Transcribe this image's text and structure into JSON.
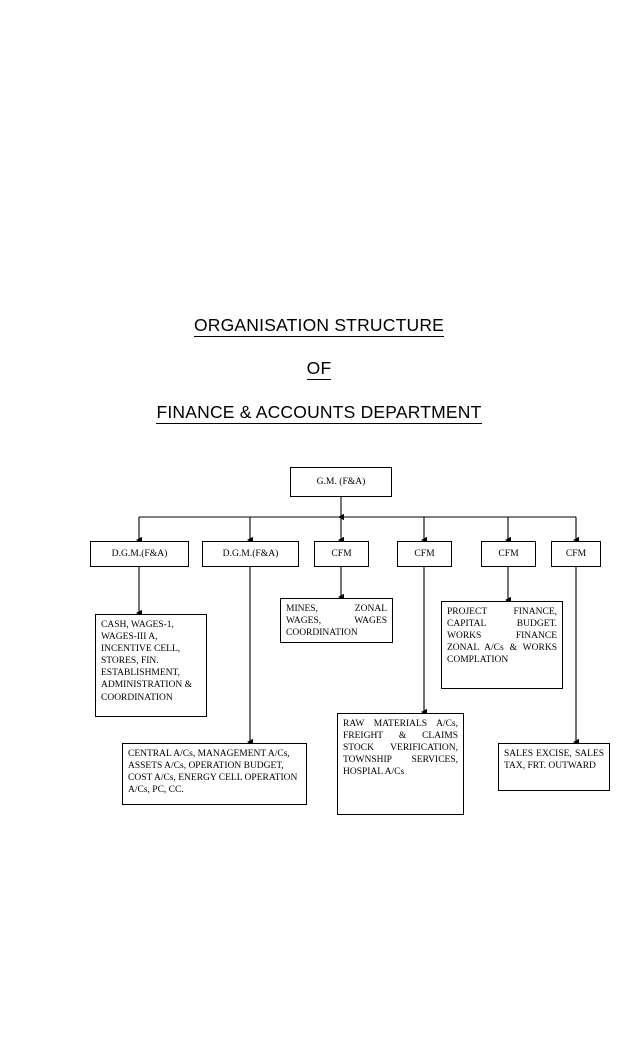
{
  "document": {
    "title_lines": [
      "ORGANISATION STRUCTURE",
      "OF",
      "FINANCE & ACCOUNTS DEPARTMENT"
    ]
  },
  "chart_data": {
    "type": "diagram",
    "diagram_kind": "organisation-chart",
    "orientation": "top-down",
    "title": "ORGANISATION STRUCTURE OF FINANCE & ACCOUNTS DEPARTMENT",
    "root": {
      "id": "gm",
      "label": "G.M. (F&A)"
    },
    "level2": [
      {
        "id": "dgm1",
        "label": "D.G.M.(F&A)"
      },
      {
        "id": "dgm2",
        "label": "D.G.M.(F&A)"
      },
      {
        "id": "cfm1",
        "label": "CFM"
      },
      {
        "id": "cfm2",
        "label": "CFM"
      },
      {
        "id": "cfm3",
        "label": "CFM"
      },
      {
        "id": "cfm4",
        "label": "CFM"
      }
    ],
    "level3": [
      {
        "id": "detail_dgm1",
        "parent": "dgm1",
        "label": "CASH, WAGES-1, WAGES-III A, INCENTIVE CELL, STORES, FIN. ESTABLISHMENT, ADMINISTRATION & COORDINATION"
      },
      {
        "id": "detail_dgm2",
        "parent": "dgm2",
        "label": "CENTRAL A/Cs, MANAGEMENT A/Cs, ASSETS A/Cs, OPERATION BUDGET, COST A/Cs, ENERGY CELL OPERATION A/Cs, PC, CC."
      },
      {
        "id": "detail_cfm1",
        "parent": "cfm1",
        "label": "MINES, ZONAL WAGES, WAGES COORDINATION"
      },
      {
        "id": "detail_cfm2",
        "parent": "cfm2",
        "label": "RAW MATERIALS A/Cs, FREIGHT & CLAIMS STOCK VERIFICATION, TOWNSHIP SERVICES, HOSPIAL A/Cs"
      },
      {
        "id": "detail_cfm3",
        "parent": "cfm3",
        "label": "PROJECT FINANCE, CAPITAL BUDGET. WORKS FINANCE ZONAL A/Cs & WORKS COMPLATION"
      },
      {
        "id": "detail_cfm4",
        "parent": "cfm4",
        "label": "SALES EXCISE, SALES TAX, FRT. OUTWARD"
      }
    ],
    "edges": [
      {
        "from": "gm",
        "to": "dgm1"
      },
      {
        "from": "gm",
        "to": "dgm2"
      },
      {
        "from": "gm",
        "to": "cfm1"
      },
      {
        "from": "gm",
        "to": "cfm2"
      },
      {
        "from": "gm",
        "to": "cfm3"
      },
      {
        "from": "gm",
        "to": "cfm4"
      },
      {
        "from": "dgm1",
        "to": "detail_dgm1"
      },
      {
        "from": "dgm2",
        "to": "detail_dgm2"
      },
      {
        "from": "cfm1",
        "to": "detail_cfm1"
      },
      {
        "from": "cfm2",
        "to": "detail_cfm2"
      },
      {
        "from": "cfm3",
        "to": "detail_cfm3"
      },
      {
        "from": "cfm4",
        "to": "detail_cfm4"
      }
    ],
    "colors": {
      "background": "#ffffff",
      "box_border": "#000000",
      "connector": "#000000",
      "text": "#000000"
    }
  }
}
